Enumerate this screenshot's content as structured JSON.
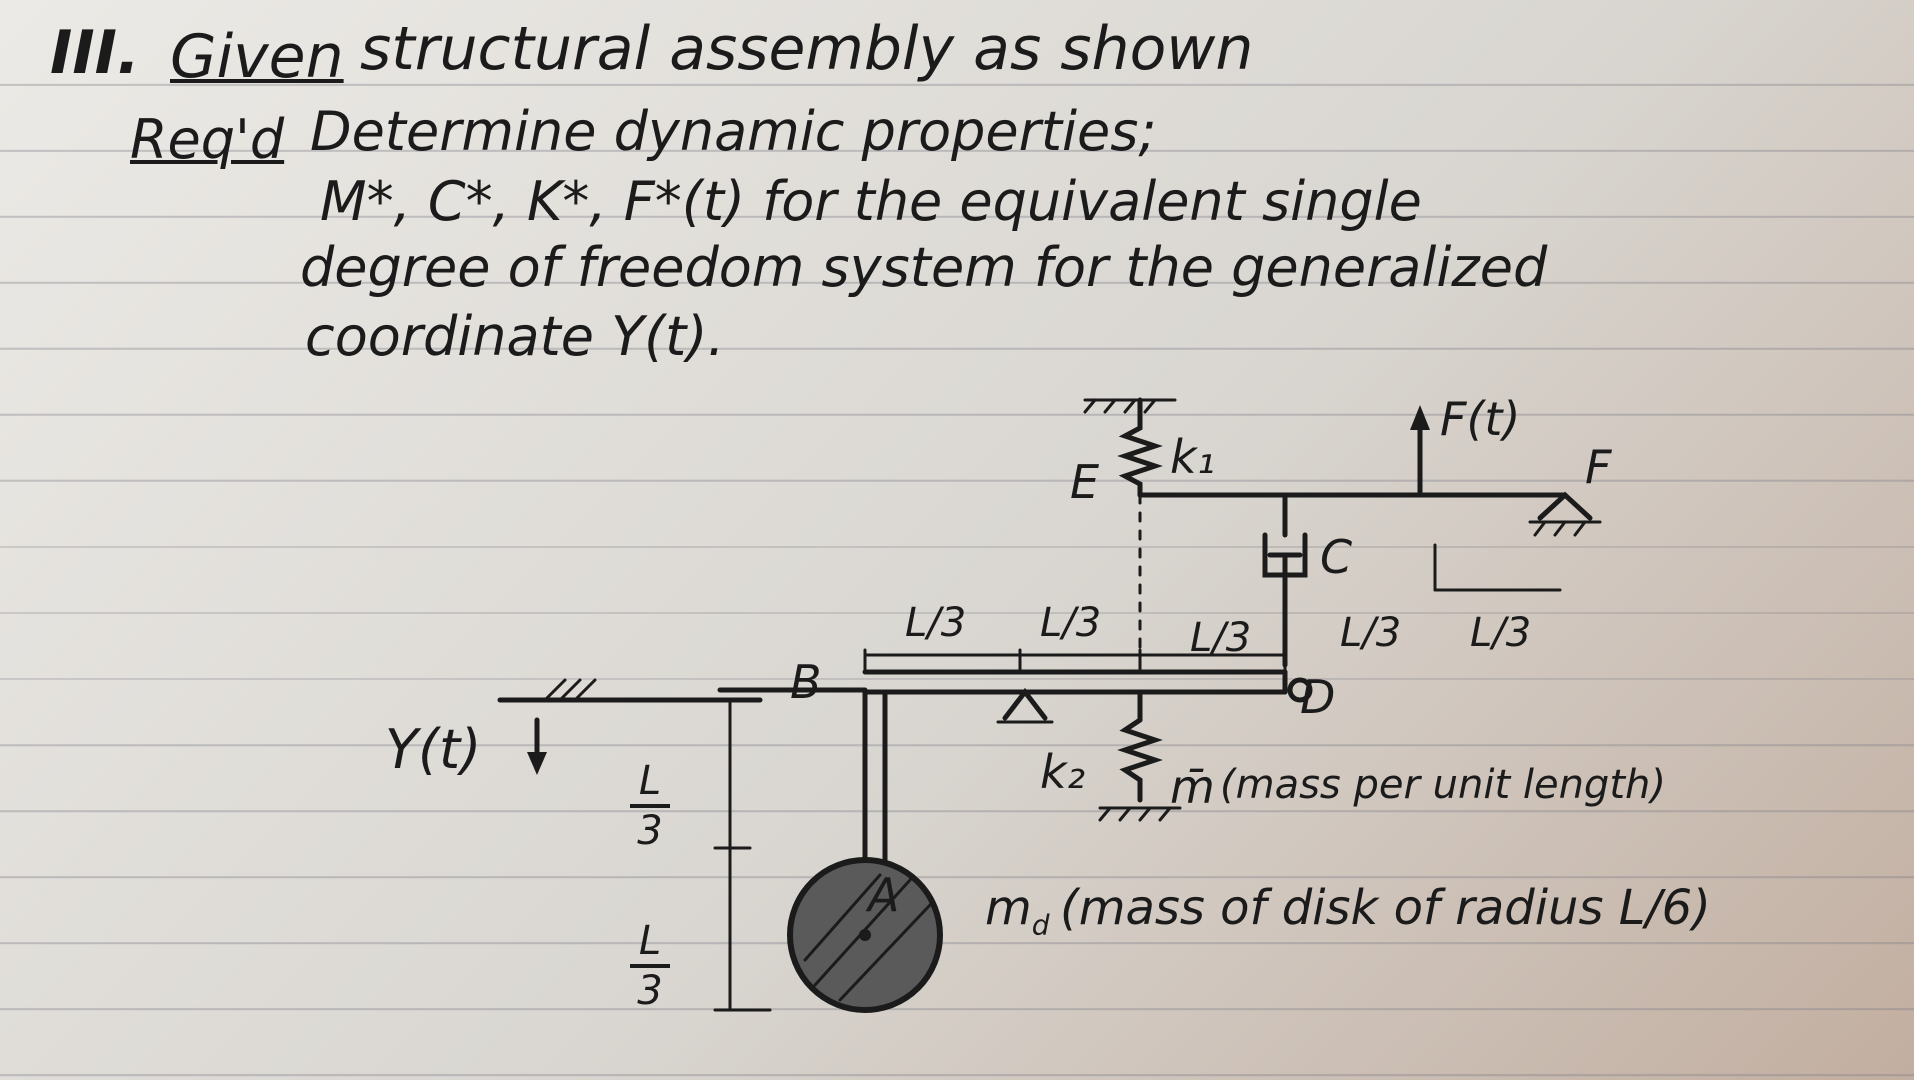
{
  "problem": {
    "number": "III.",
    "given_label": "Given",
    "given_text": "structural assembly as shown",
    "reqd_label": "Req'd",
    "reqd_text": "Determine dynamic properties;",
    "line3": "M*, C*, K*, F*(t) for the equivalent single",
    "line4": "degree of freedom system for the generalized",
    "line5": "coordinate Y(t)."
  },
  "diagram": {
    "labels": {
      "E": "E",
      "k1": "k₁",
      "Ft": "F(t)",
      "F": "F",
      "C": "C",
      "B": "B",
      "D": "D",
      "A": "A",
      "k2": "k₂",
      "Yt": "Y(t)",
      "mbar": "m̄",
      "mbar_desc": "(mass per unit length)",
      "md": "m",
      "md_sub": "d",
      "md_desc": "(mass of disk of radius L/6)",
      "seg": [
        "L/3",
        "L/3",
        "L/3",
        "L/3",
        "L/3"
      ],
      "dim_num": "L",
      "dim_den": "3"
    }
  }
}
